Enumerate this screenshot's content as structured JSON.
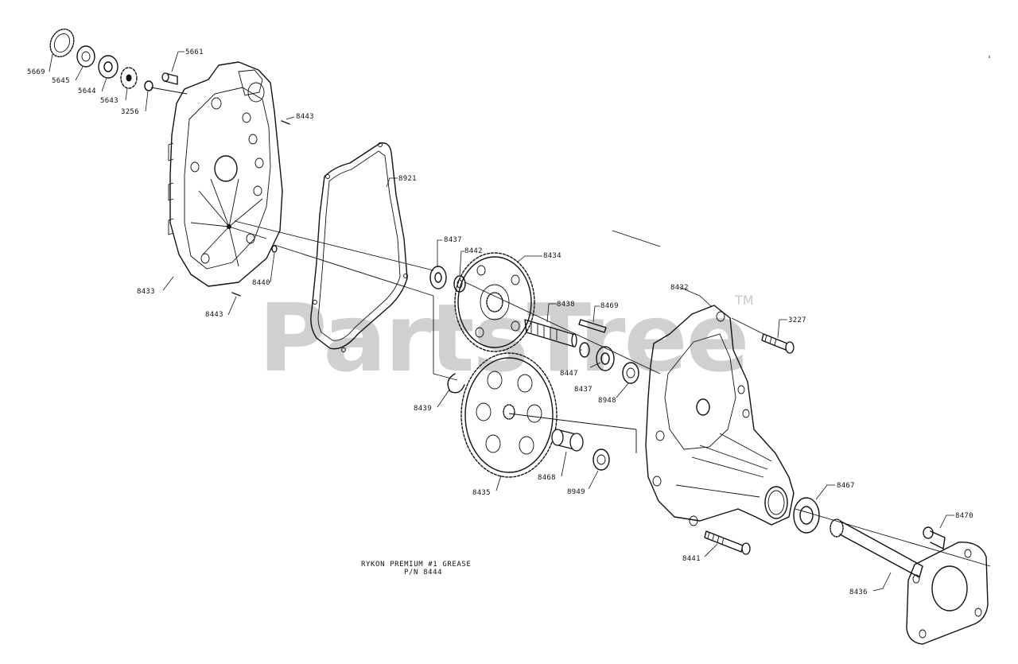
{
  "watermark": {
    "text": "PartsTree",
    "trademark": "TM"
  },
  "labels": {
    "l5669": "5669",
    "l5645": "5645",
    "l5644": "5644",
    "l5643": "5643",
    "l3256": "3256",
    "l5661": "5661",
    "l8443a": "8443",
    "l8443b": "8443",
    "l8433": "8433",
    "l8440": "8440",
    "l8921": "8921",
    "l8437a": "8437",
    "l8442": "8442",
    "l8434": "8434",
    "l8438": "8438",
    "l8469": "8469",
    "l8447": "8447",
    "l8437b": "8437",
    "l8948": "8948",
    "l8432": "8432",
    "l3227": "3227",
    "l8439": "8439",
    "l8435": "8435",
    "l8468": "8468",
    "l8949": "8949",
    "l8467": "8467",
    "l8441": "8441",
    "l8470": "8470",
    "l8436": "8436"
  },
  "note": {
    "line1": "RYKON PREMIUM #1 GREASE",
    "line2": "P/N 8444"
  }
}
